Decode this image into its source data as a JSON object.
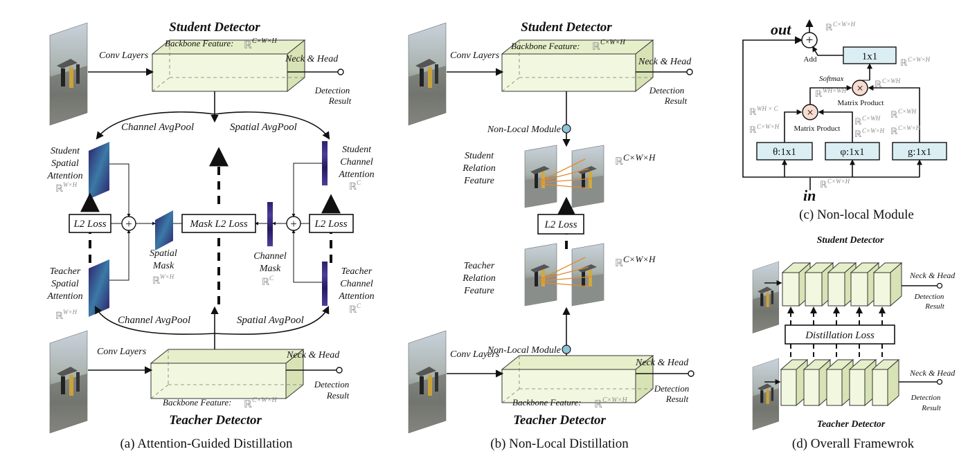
{
  "panel_a": {
    "student_title": "Student Detector",
    "teacher_title": "Teacher Detector",
    "conv_layers": "Conv Layers",
    "backbone_feature": "Backbone Feature:",
    "dims_cwh": "C×W×H",
    "neck_head": "Neck & Head",
    "detection": "Detection",
    "result": "Result",
    "channel_avgpool": "Channel AvgPool",
    "spatial_avgpool": "Spatial AvgPool",
    "student_spatial": [
      "Student",
      "Spatial",
      "Attention"
    ],
    "teacher_spatial": [
      "Teacher",
      "Spatial",
      "Attention"
    ],
    "student_channel": [
      "Student",
      "Channel",
      "Attention"
    ],
    "teacher_channel": [
      "Teacher",
      "Channel",
      "Attention"
    ],
    "dims_wh": "W×H",
    "dims_c": "C",
    "l2_loss": "L2 Loss",
    "mask_l2_loss": "Mask L2 Loss",
    "spatial_mask": [
      "Spatial",
      "Mask"
    ],
    "channel_mask": [
      "Channel",
      "Mask"
    ],
    "caption": "(a) Attention-Guided Distillation"
  },
  "panel_b": {
    "student_title": "Student Detector",
    "teacher_title": "Teacher Detector",
    "conv_layers": "Conv Layers",
    "backbone_feature": "Backbone Feature:",
    "dims_cwh": "C×W×H",
    "neck_head": "Neck & Head",
    "detection": "Detection",
    "result": "Result",
    "non_local_module": "Non-Local Module",
    "student_relation": [
      "Student",
      "Relation",
      "Feature"
    ],
    "teacher_relation": [
      "Teacher",
      "Relation",
      "Feature"
    ],
    "l2_loss": "L2 Loss",
    "caption": "(b) Non-Local Distillation"
  },
  "panel_c": {
    "out": "out",
    "in": "in",
    "add": "Add",
    "softmax": "Softmax",
    "matrix_product": "Matrix Product",
    "conv_1x1": "1x1",
    "theta": "θ:1x1",
    "phi": "φ:1x1",
    "g": "g:1x1",
    "dims_cwh": "C×W×H",
    "dims_cwh_flat": "C×WH",
    "dims_whwh": "WH×WH",
    "dims_whc": "WH × C",
    "caption": "(c) Non-local Module"
  },
  "panel_d": {
    "student_title": "Student Detector",
    "teacher_title": "Teacher Detector",
    "distillation_loss": "Distillation Loss",
    "neck_head": "Neck & Head",
    "detection": "Detection",
    "result": "Result",
    "caption": "(d) Overall Framewrok"
  },
  "symbols": {
    "reals": "ℝ"
  },
  "colors": {
    "feature_box": "#f2f8df",
    "conv_box": "#dbeef4",
    "product_node": "#f8dcd0",
    "module_node": "#8fc3d6",
    "attention_map": "#3b2a7a",
    "relation_arrow": "#e08a2e"
  }
}
